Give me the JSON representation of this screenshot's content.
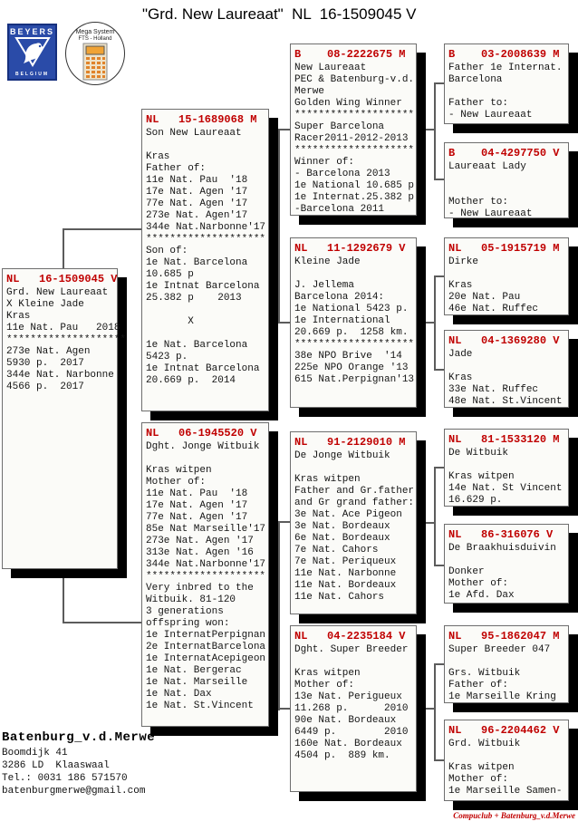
{
  "title": "\"Grd. New Laureaat\"  NL  16-1509045 V",
  "logos": {
    "beyers": {
      "top": "BEYERS",
      "bottom": "BELGIUM"
    },
    "mega": {
      "line1": "Mega System",
      "line2": "FTS - Holland"
    }
  },
  "colors": {
    "band_red": "#c00000",
    "credit_red": "#c00000",
    "beyers_blue": "#2a4ba8",
    "calculator_orange": "#e0832a",
    "box_shadow": "#000000"
  },
  "footer": {
    "name": "Batenburg_v.d.Merwe",
    "lines": [
      "Boomdijk 41",
      "3286 LD  Klaaswaal",
      "Tel.: 0031 186 571570",
      "batenburgmerwe@gmail.com"
    ]
  },
  "credit": "Compuclub + Batenburg_v.d.Merwe",
  "pedigree": {
    "nodes": [
      {
        "id": "root",
        "band": "NL   16-1509045 V",
        "lines": [
          "Grd. New Laureaat",
          "X Kleine Jade",
          "Kras",
          "11e Nat. Pau   2018",
          "********************",
          "273e Nat. Agen",
          "5930 p.  2017",
          "344e Nat. Narbonne",
          "4566 p.  2017"
        ]
      },
      {
        "id": "nl15",
        "band": "NL   15-1689068 M",
        "lines": [
          "Son New Laureaat",
          "",
          "Kras",
          "Father of:",
          "11e Nat. Pau  '18",
          "17e Nat. Agen '17",
          "77e Nat. Agen '17",
          "273e Nat. Agen'17",
          "344e Nat.Narbonne'17",
          "********************",
          "Son of:",
          "1e Nat. Barcelona",
          "10.685 p",
          "1e Intnat Barcelona",
          "25.382 p    2013",
          "",
          "       X",
          "",
          "1e Nat. Barcelona",
          "5423 p.",
          "1e Intnat Barcelona",
          "20.669 p.  2014"
        ]
      },
      {
        "id": "nl06",
        "band": "NL   06-1945520 V",
        "lines": [
          "Dght. Jonge Witbuik",
          "",
          "Kras witpen",
          "Mother of:",
          "11e Nat. Pau  '18",
          "17e Nat. Agen '17",
          "77e Nat. Agen '17",
          "85e Nat Marseille'17",
          "273e Nat. Agen '17",
          "313e Nat. Agen '16",
          "344e Nat.Narbonne'17",
          "********************",
          "Very inbred to the",
          "Witbuik. 81-120",
          "3 generations",
          "offspring won:",
          "1e InternatPerpignan",
          "2e InternatBarcelona",
          "1e InternatAcepigeon",
          "1e Nat. Bergerac",
          "1e Nat. Marseille",
          "1e Nat. Dax",
          "1e Nat. St.Vincent"
        ]
      },
      {
        "id": "b08",
        "band": "B    08-2222675 M",
        "lines": [
          "New Laureaat",
          "PEC & Batenburg-v.d.",
          "Merwe",
          "Golden Wing Winner",
          "********************",
          "Super Barcelona",
          "Racer2011-2012-2013",
          "********************",
          "Winner of:",
          "- Barcelona 2013",
          "1e National 10.685 p",
          "1e Internat.25.382 p",
          "-Barcelona 2011"
        ]
      },
      {
        "id": "nl11",
        "band": "NL   11-1292679 V",
        "lines": [
          "Kleine Jade",
          "",
          "J. Jellema",
          "Barcelona 2014:",
          "1e National 5423 p.",
          "1e International",
          "20.669 p.  1258 km.",
          "********************",
          "38e NPO Brive  '14",
          "225e NPO Orange '13",
          "615 Nat.Perpignan'13"
        ]
      },
      {
        "id": "nl91",
        "band": "NL   91-2129010 M",
        "lines": [
          "De Jonge Witbuik",
          "",
          "Kras witpen",
          "Father and Gr.father",
          "and Gr grand father:",
          "3e Nat. Ace Pigeon",
          "3e Nat. Bordeaux",
          "6e Nat. Bordeaux",
          "7e Nat. Cahors",
          "7e Nat. Periqueux",
          "11e Nat. Narbonne",
          "11e Nat. Bordeaux",
          "11e Nat. Cahors"
        ]
      },
      {
        "id": "nl0422",
        "band": "NL   04-2235184 V",
        "lines": [
          "Dght. Super Breeder",
          "",
          "Kras witpen",
          "Mother of:",
          "13e Nat. Perigueux",
          "11.268 p.      2010",
          "90e Nat. Bordeaux",
          "6449 p.        2010",
          "160e Nat. Bordeaux",
          "4504 p.  889 km."
        ]
      },
      {
        "id": "b03",
        "band": "B    03-2008639 M",
        "lines": [
          "Father 1e Internat.",
          "Barcelona",
          "",
          "Father to:",
          "- New Laureaat"
        ]
      },
      {
        "id": "b04",
        "band": "B    04-4297750 V",
        "lines": [
          "Laureaat Lady",
          "",
          "",
          "Mother to:",
          "- New Laureaat"
        ]
      },
      {
        "id": "nl05",
        "band": "NL   05-1915719 M",
        "lines": [
          "Dirke",
          "",
          "Kras",
          "20e Nat. Pau",
          "46e Nat. Ruffec"
        ]
      },
      {
        "id": "nl0413",
        "band": "NL   04-1369280 V",
        "lines": [
          "Jade",
          "",
          "Kras",
          "33e Nat. Ruffec",
          "48e Nat. St.Vincent"
        ]
      },
      {
        "id": "nl81",
        "band": "NL   81-1533120 M",
        "lines": [
          "De Witbuik",
          "",
          "Kras witpen",
          "14e Nat. St Vincent",
          "16.629 p."
        ]
      },
      {
        "id": "nl86",
        "band": "NL   86-316076 V",
        "lines": [
          "De Braakhuisduivin",
          "",
          "Donker",
          "Mother of:",
          "1e Afd. Dax"
        ]
      },
      {
        "id": "nl95",
        "band": "NL   95-1862047 M",
        "lines": [
          "Super Breeder 047",
          "",
          "Grs. Witbuik",
          "Father of:",
          "1e Marseille Kring"
        ]
      },
      {
        "id": "nl96",
        "band": "NL   96-2204462 V",
        "lines": [
          "Grd. Witbuik",
          "",
          "Kras witpen",
          "Mother of:",
          "1e Marseille Samen-"
        ]
      }
    ]
  }
}
